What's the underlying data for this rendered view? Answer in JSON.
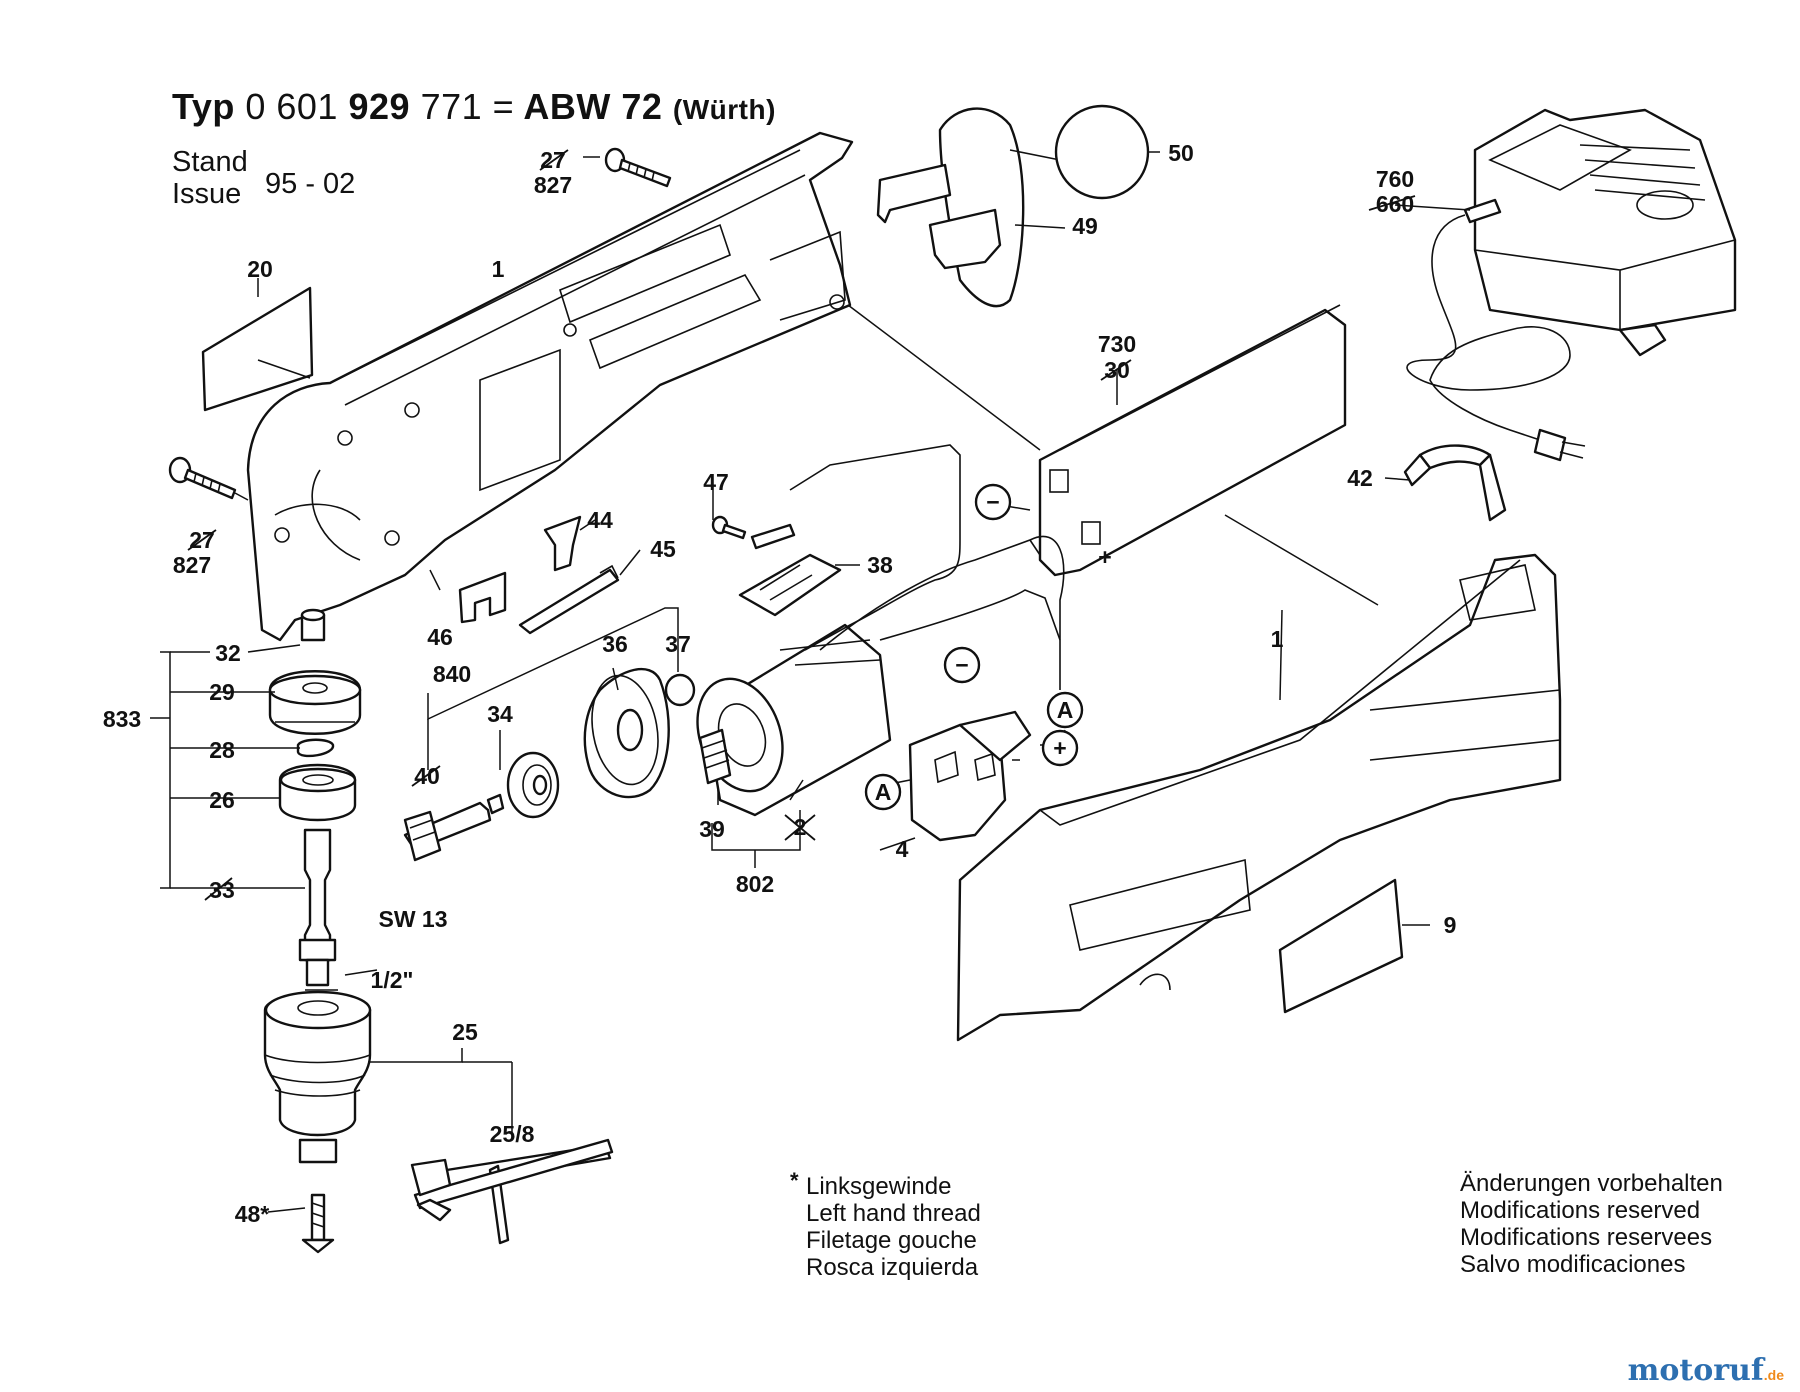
{
  "header": {
    "prefix": "Typ",
    "code_a": "0 601",
    "code_b": "929",
    "code_c": "771",
    "equals": "=",
    "model": "ABW 72",
    "variant": "(Würth)"
  },
  "meta": {
    "stand_label": "Stand",
    "issue_label": "Issue",
    "issue_value": "95 - 02"
  },
  "callouts": {
    "c1_top": "1",
    "c1_right": "1",
    "c2": "2",
    "c4": "4",
    "c9": "9",
    "c20": "20",
    "c25": "25",
    "c25_8": "25/8",
    "c26": "26",
    "c27_a": "27",
    "c27_b": "27",
    "c28": "28",
    "c29": "29",
    "c30": "30",
    "c32": "32",
    "c33": "33",
    "c34": "34",
    "c36": "36",
    "c37": "37",
    "c38": "38",
    "c39": "39",
    "c40": "40",
    "c42": "42",
    "c44": "44",
    "c45": "45",
    "c46": "46",
    "c47": "47",
    "c48": "48*",
    "c49": "49",
    "c50": "50",
    "c660": "660",
    "c730": "730",
    "c760": "760",
    "c802": "802",
    "c827_a": "827",
    "c827_b": "827",
    "c833": "833",
    "c840": "840",
    "sw13": "SW 13",
    "half_inch": "1/2\"",
    "minus": "−",
    "plus": "+",
    "conn_a": "A"
  },
  "notes_left": {
    "star": "*",
    "lines": [
      "Linksgewinde",
      "Left hand thread",
      "Filetage gouche",
      "Rosca izquierda"
    ]
  },
  "notes_right": {
    "lines": [
      "Änderungen vorbehalten",
      "Modifications reserved",
      "Modifications reservees",
      "Salvo modificaciones"
    ]
  },
  "watermark": {
    "text": "motoruf",
    "suffix": ".de"
  },
  "colors": {
    "ink": "#111111",
    "paper": "#ffffff",
    "watermark_blue": "#2d6fb0",
    "watermark_orange": "#f08a1a"
  }
}
